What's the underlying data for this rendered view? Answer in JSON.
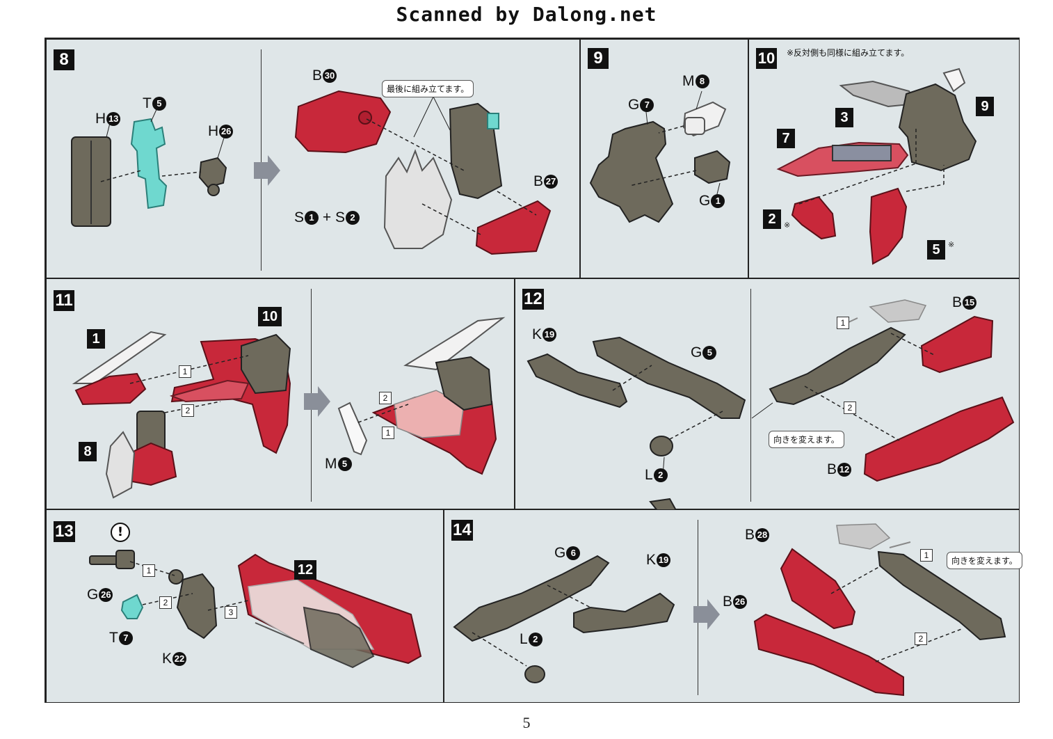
{
  "header": {
    "watermark": "Scanned by Dalong.net"
  },
  "footer": {
    "page_number": "5"
  },
  "colors": {
    "red": "#c8283a",
    "dark_gray": "#6e6a5c",
    "light_gray": "#d8d8d8",
    "cyan": "#6fd8cf",
    "panel_bg": "#dfe6e8"
  },
  "steps": {
    "s8": {
      "number": "8",
      "callout": "最後に組み立てます。",
      "parts": {
        "h13": {
          "letter": "H",
          "num": "13"
        },
        "t5": {
          "letter": "T",
          "num": "5"
        },
        "h26": {
          "letter": "H",
          "num": "26"
        },
        "b30": {
          "letter": "B",
          "num": "30"
        },
        "b27": {
          "letter": "B",
          "num": "27"
        },
        "s1": {
          "letter": "S",
          "num": "1"
        },
        "plus": "+",
        "s2": {
          "letter": "S",
          "num": "2"
        }
      }
    },
    "s9": {
      "number": "9",
      "parts": {
        "m8": {
          "letter": "M",
          "num": "8"
        },
        "g7": {
          "letter": "G",
          "num": "7"
        },
        "g1": {
          "letter": "G",
          "num": "1"
        }
      }
    },
    "s10": {
      "number": "10",
      "note": "※反対側も同様に組み立てます。",
      "refs": {
        "r3": "3",
        "r9": "9",
        "r7": "7",
        "r2": "2",
        "r5": "5"
      },
      "mark": "※"
    },
    "s11": {
      "number": "11",
      "refs": {
        "r1": "1",
        "r10": "10",
        "r8": "8"
      },
      "seq": {
        "a": "1",
        "b": "2",
        "c": "2",
        "d": "1"
      },
      "parts": {
        "m5": {
          "letter": "M",
          "num": "5"
        }
      }
    },
    "s12": {
      "number": "12",
      "callout": "向きを変えます。",
      "parts": {
        "k19": {
          "letter": "K",
          "num": "19"
        },
        "g5": {
          "letter": "G",
          "num": "5"
        },
        "l2": {
          "letter": "L",
          "num": "2"
        },
        "b15": {
          "letter": "B",
          "num": "15"
        },
        "b12": {
          "letter": "B",
          "num": "12"
        }
      },
      "seq": {
        "a": "1",
        "b": "2"
      }
    },
    "s13": {
      "number": "13",
      "warning": "!",
      "refs": {
        "r12": "12"
      },
      "parts": {
        "g26": {
          "letter": "G",
          "num": "26"
        },
        "t7": {
          "letter": "T",
          "num": "7"
        },
        "k22": {
          "letter": "K",
          "num": "22"
        }
      },
      "seq": {
        "a": "1",
        "b": "2",
        "c": "3"
      }
    },
    "s14": {
      "number": "14",
      "callout": "向きを変えます。",
      "parts": {
        "g6": {
          "letter": "G",
          "num": "6"
        },
        "k19": {
          "letter": "K",
          "num": "19"
        },
        "l2": {
          "letter": "L",
          "num": "2"
        },
        "b28": {
          "letter": "B",
          "num": "28"
        },
        "b26": {
          "letter": "B",
          "num": "26"
        }
      },
      "seq": {
        "a": "1",
        "b": "2"
      }
    }
  }
}
